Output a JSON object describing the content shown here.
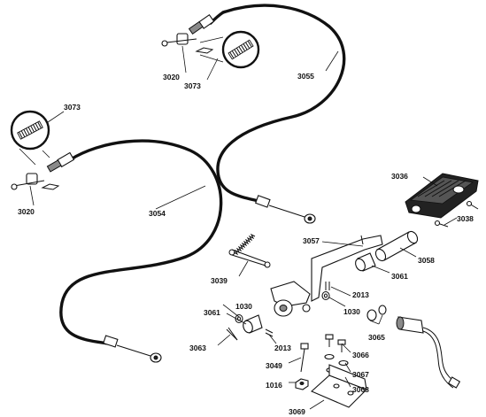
{
  "labels": {
    "p3020_top": "3020",
    "p3073_top": "3073",
    "p3055": "3055",
    "p3073_left": "3073",
    "p3020_left": "3020",
    "p3054": "3054",
    "p3036": "3036",
    "p3038": "3038",
    "p3057": "3057",
    "p3058": "3058",
    "p3039": "3039",
    "p3061_right": "3061",
    "p2013_right": "2013",
    "p1030_right": "1030",
    "p1030_left": "1030",
    "p3061_left": "3061",
    "p3063": "3063",
    "p2013_left": "2013",
    "p3065": "3065",
    "p3066": "3066",
    "p3049": "3049",
    "p3067": "3067",
    "p1016": "1016",
    "p3068": "3068",
    "p3069": "3069"
  }
}
